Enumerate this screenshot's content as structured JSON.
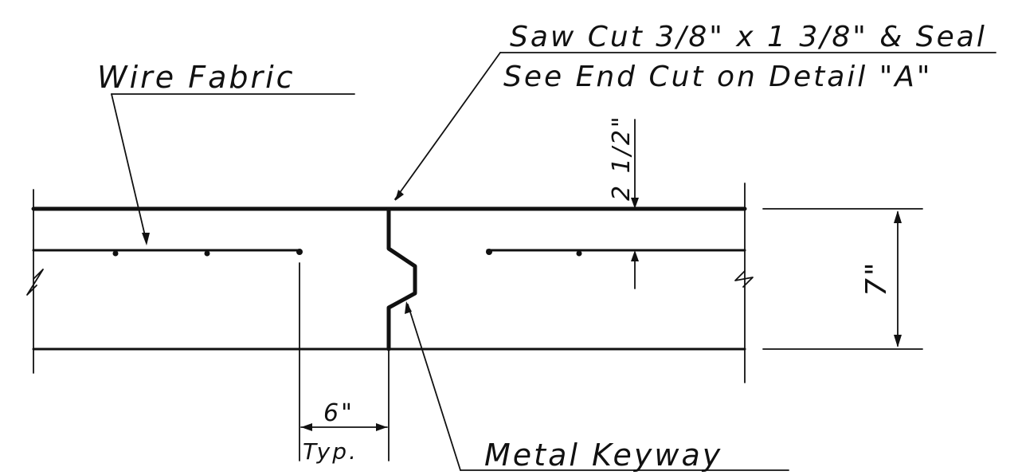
{
  "labels": {
    "wire_fabric": "Wire Fabric",
    "saw_cut_line1": "Saw Cut 3/8\" x 1 3/8\" & Seal",
    "saw_cut_line2": "See End Cut on Detail \"A\"",
    "metal_keyway": "Metal Keyway",
    "dim_top_cover": "2 1/2\"",
    "dim_thickness": "7\"",
    "dim_spacing": "6\"",
    "dim_spacing_note": "Typ."
  }
}
